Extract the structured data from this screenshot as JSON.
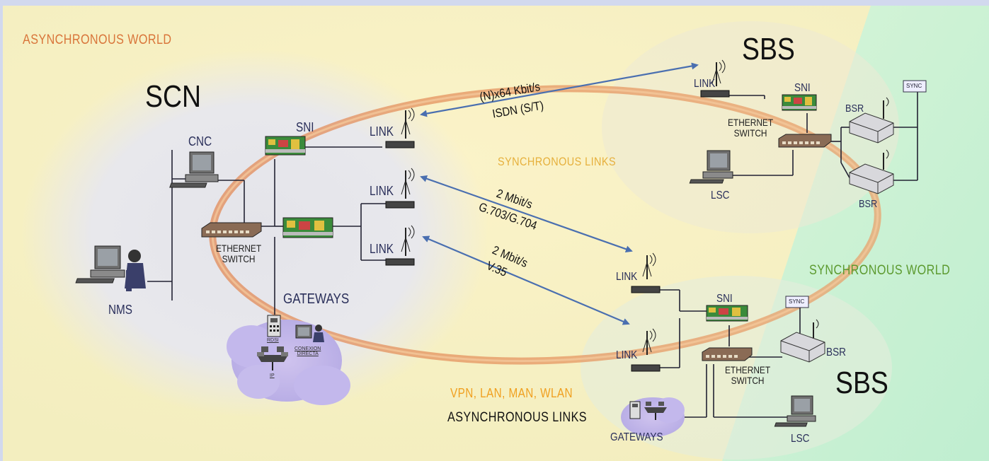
{
  "zones": {
    "async_world": "ASYNCHRONOUS WORLD",
    "sync_world": "SYNCHRONOUS WORLD",
    "sync_links": "SYNCHRONOUS LINKS",
    "vpn": "VPN, LAN, MAN, WLAN",
    "async_links": "ASYNCHRONOUS LINKS"
  },
  "scn": {
    "title": "SCN",
    "cnc": "CNC",
    "nms": "NMS",
    "ethernet_switch": "ETHERNET\nSWITCH",
    "sni": "SNI",
    "gateways": "GATEWAYS",
    "rdsi": "RDSI",
    "conexion_directa": "CONEXION\nDIRECTA",
    "ip": "IP",
    "link1": "LINK",
    "link2": "LINK",
    "link3": "LINK"
  },
  "sbs_top": {
    "title": "SBS",
    "link": "LINK",
    "sni": "SNI",
    "ethernet_switch": "ETHERNET\nSWITCH",
    "lsc": "LSC",
    "bsr1": "BSR",
    "bsr2": "BSR",
    "sync": "SYNC"
  },
  "sbs_bottom": {
    "title": "SBS",
    "link1": "LINK",
    "link2": "LINK",
    "sni": "SNI",
    "ethernet_switch": "ETHERNET\nSWITCH",
    "bsr": "BSR",
    "lsc": "LSC",
    "gateways": "GATEWAYS",
    "sync": "SYNC"
  },
  "links": {
    "isdn_rate": "(N)x64 Kbit/s",
    "isdn_name": "ISDN (S/T)",
    "g703_rate": "2 Mbit/s",
    "g703_name": "G.703/G.704",
    "v35_rate": "2 Mbit/s",
    "v35_name": "V.35"
  },
  "colors": {
    "async_text": "#d9753a",
    "sync_world_text": "#5c9a2f",
    "sync_links_text": "#e6b03c",
    "vpn_text": "#f0a020",
    "arrow": "#4a6fb0",
    "ring": "#e08a55"
  }
}
